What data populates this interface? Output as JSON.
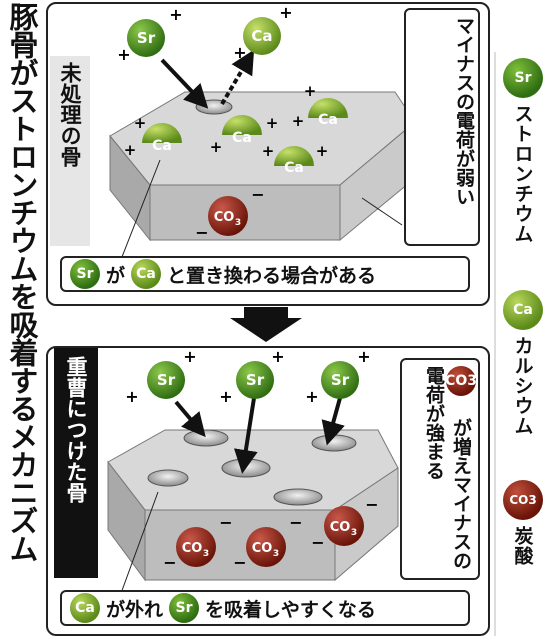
{
  "title": "豚骨がストロンチウムを吸着するメカニズム",
  "top_panel": {
    "label": "未処理の骨",
    "note": "マイナスの電荷が弱い",
    "caption": {
      "a": "Sr",
      "b": "が",
      "c": "Ca",
      "d": "と置き換わる場合がある"
    }
  },
  "bottom_panel": {
    "label": "重曹につけた骨",
    "note_ion": "CO3",
    "note": "が増えマイナスの電荷が強まる",
    "caption": {
      "a": "Ca",
      "b": "が外れ",
      "c": "Sr",
      "d": "を吸着しやすくなる"
    }
  },
  "legend": [
    {
      "symbol": "Sr",
      "name": "ストロンチウム"
    },
    {
      "symbol": "Ca",
      "name": "カルシウム"
    },
    {
      "symbol": "CO3",
      "name": "炭酸"
    }
  ],
  "symbols": {
    "sr": "Sr",
    "ca": "Ca",
    "co3": "CO",
    "co3_sub": "3",
    "plus": "+",
    "minus": "−"
  },
  "colors": {
    "sr": "#2f6d12",
    "ca": "#6f9a22",
    "co3": "#8a1e0c",
    "slab": "#cfcfcf"
  }
}
